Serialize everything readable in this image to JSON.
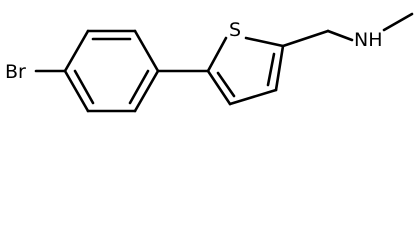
{
  "molecule": {
    "atoms": {
      "br": "Br",
      "s": "S",
      "nh": "NH"
    }
  },
  "colors": {
    "bond": "#000000",
    "text": "#000000",
    "background": "#ffffff"
  }
}
